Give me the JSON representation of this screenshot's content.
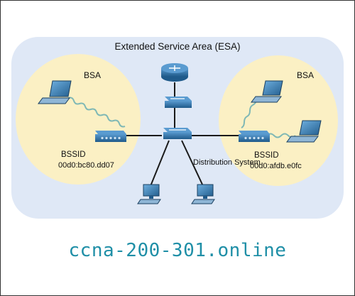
{
  "diagram": {
    "esa_title": "Extended Service Area (ESA)",
    "bsa_left_label": "BSA",
    "bsa_right_label": "BSA",
    "bssid_left_label": "BSSID",
    "bssid_left_mac": "00d0:bc80.dd07",
    "bssid_right_label": "BSSID",
    "bssid_right_mac": "00d0:afdb.e0fc",
    "distribution_label": "Distribution System"
  },
  "footer": {
    "site": "ccna-200-301.online"
  },
  "colors": {
    "esa_fill": "#dfe8f6",
    "bsa_fill": "#fbf0c4",
    "device_blue": "#2f6fa0",
    "watermark": "#1f8fa7"
  }
}
